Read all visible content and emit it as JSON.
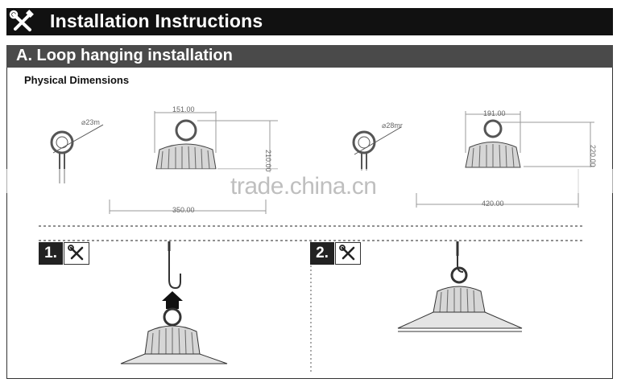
{
  "header": {
    "title": "Installation Instructions",
    "icon": "tools-icon"
  },
  "section": {
    "title": "A. Loop hanging installation"
  },
  "subheading": "Physical Dimensions",
  "left_dims": {
    "ring": "⌀23m",
    "width": "151.00",
    "height": "210.00",
    "span": "350.00"
  },
  "right_dims": {
    "ring": "⌀28mr",
    "width": "191.00",
    "height": "220.00",
    "span": "420.00"
  },
  "watermark": "trade.china.cn",
  "steps": [
    {
      "number": "1.",
      "icon": "tools-icon"
    },
    {
      "number": "2.",
      "icon": "tools-icon"
    }
  ]
}
